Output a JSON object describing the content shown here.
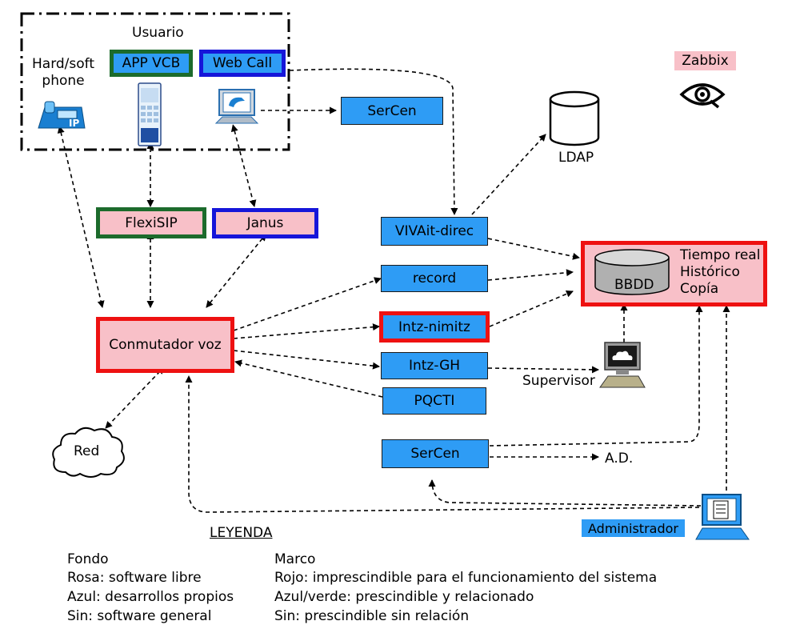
{
  "colors": {
    "blue_fill": "#2e9cf5",
    "pink_fill": "#f8c0c8",
    "red_border": "#ee1111",
    "blue_border": "#1616d9",
    "green_border": "#1c6b2c"
  },
  "user_group": {
    "title": "Usuario",
    "hardsoft": "Hard/soft\nphone",
    "app_vcb": "APP VCB",
    "web_call": "Web Call"
  },
  "nodes": {
    "sercen_top": "SerCen",
    "flexisip": "FlexiSIP",
    "janus": "Janus",
    "conmutador": "Conmutador voz",
    "red": "Red",
    "vivait": "VIVAit-direc",
    "record": "record",
    "intz_nimitz": "Intz-nimitz",
    "intz_gh": "Intz-GH",
    "pqcti": "PQCTI",
    "sercen_bottom": "SerCen",
    "ldap": "LDAP",
    "bbdd": "BBDD",
    "bbdd_notes": "Tiempo real\nHistórico\nCopía",
    "zabbix": "Zabbix",
    "supervisor": "Supervisor",
    "ad": "A.D.",
    "administrador": "Administrador"
  },
  "icons": [
    "ip-phone-icon",
    "mobile-app-icon",
    "web-call-computer-icon",
    "eye-icon",
    "database-cylinder-icon",
    "supervisor-computer-icon",
    "administrator-computer-icon",
    "cloud-icon"
  ],
  "legend": {
    "title": "LEYENDA",
    "fondo": {
      "heading": "Fondo",
      "items": [
        "Rosa: software libre",
        "Azul: desarrollos propios",
        "Sin: software general"
      ]
    },
    "marco": {
      "heading": "Marco",
      "items": [
        "Rojo: imprescindible para el funcionamiento del sistema",
        "Azul/verde: prescindible y relacionado",
        "Sin: prescindible sin relación"
      ]
    }
  }
}
